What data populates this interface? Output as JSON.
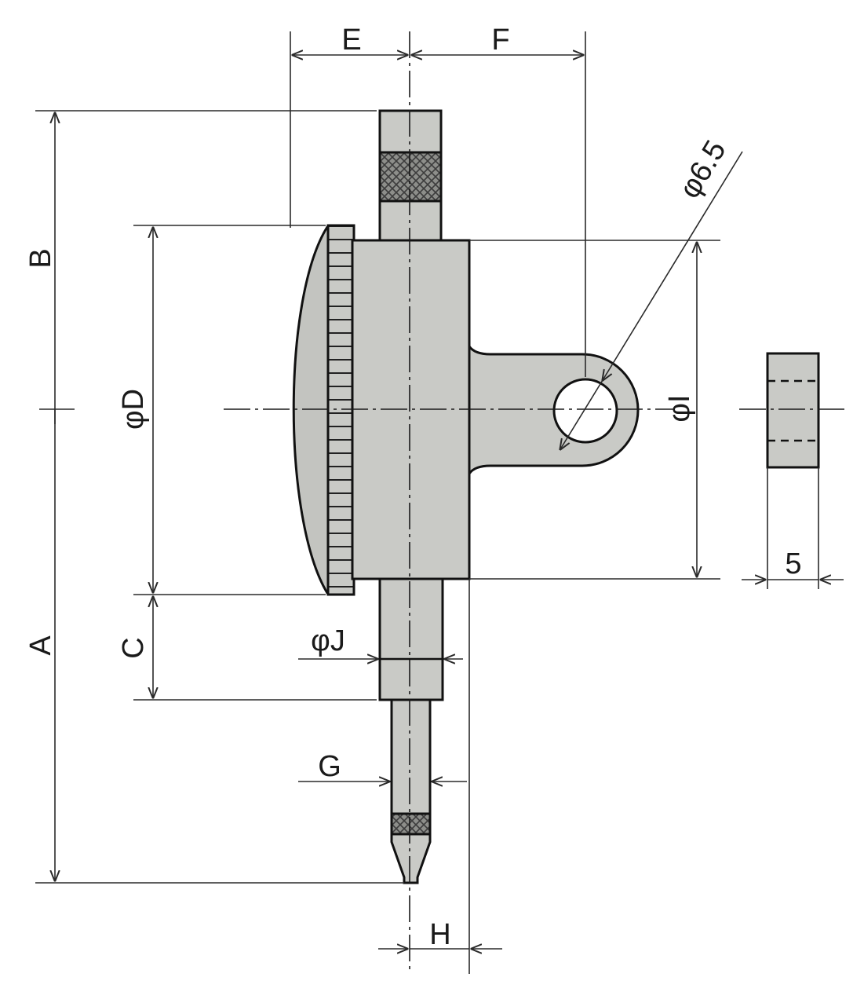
{
  "labels": {
    "A": "A",
    "B": "B",
    "C": "C",
    "D": "φD",
    "E": "E",
    "F": "F",
    "G": "G",
    "H": "H",
    "I": "φI",
    "J": "φJ",
    "hole": "φ6.5",
    "thickness": "5"
  },
  "colors": {
    "body": "#c9cac6",
    "body_dark": "#a8a9a5",
    "outline": "#111111",
    "knurl": "#5a5a5a"
  }
}
